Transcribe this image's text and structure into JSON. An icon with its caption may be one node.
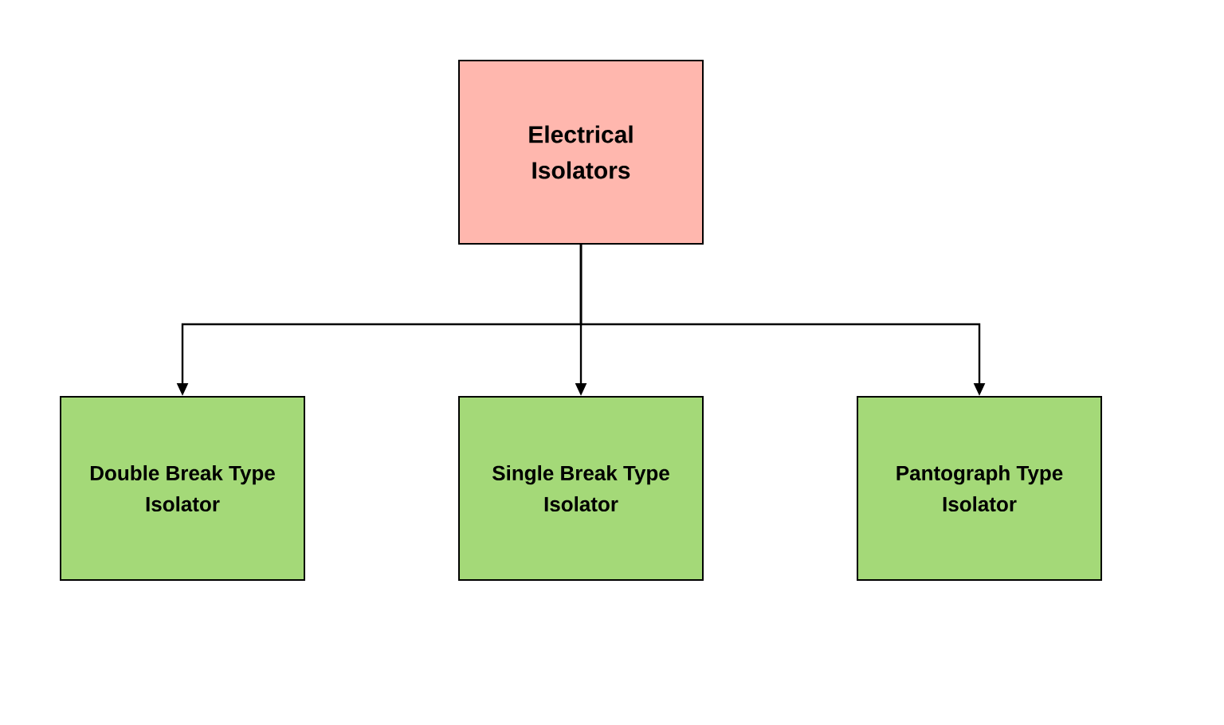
{
  "diagram": {
    "nodes": [
      {
        "text": [
          "Electrical Isolators"
        ]
      },
      {
        "text": [
          "Double Break Type Isolator"
        ]
      },
      {
        "text": [
          "Single Break Type Isolator"
        ]
      },
      {
        "text": [
          "Pantograph Type Isolator"
        ]
      }
    ],
    "edges": [
      {
        "from": 0,
        "to": 1,
        "arrow": "to"
      },
      {
        "from": 0,
        "to": 2,
        "arrow": "to"
      },
      {
        "from": 0,
        "to": 3,
        "arrow": "to"
      }
    ]
  }
}
